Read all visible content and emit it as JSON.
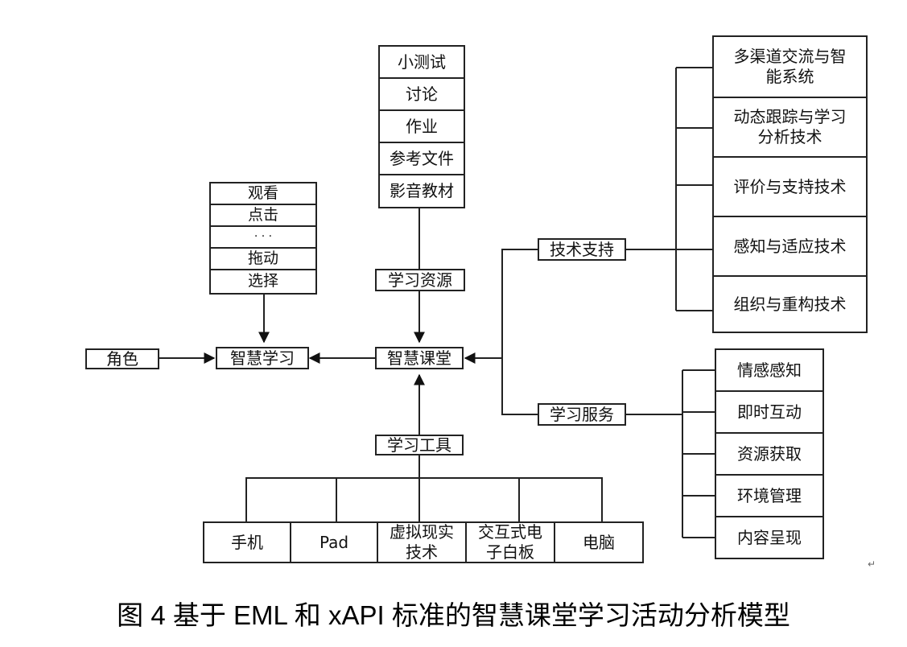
{
  "role": "角色",
  "smart_learning": "智慧学习",
  "smart_classroom": "智慧课堂",
  "actions": [
    "观看",
    "点击",
    "· · ·",
    "拖动",
    "选择"
  ],
  "resources_list": [
    "小测试",
    "讨论",
    "作业",
    "参考文件",
    "影音教材"
  ],
  "learning_resources": "学习资源",
  "tech_support": "技术支持",
  "tech_items": [
    "多渠道交流与智\n能系统",
    "动态跟踪与学习\n分析技术",
    "评价与支持技术",
    "感知与适应技术",
    "组织与重构技术"
  ],
  "learning_service": "学习服务",
  "service_items": [
    "情感感知",
    "即时互动",
    "资源获取",
    "环境管理",
    "内容呈现"
  ],
  "learning_tools": "学习工具",
  "tool_items": [
    "手机",
    "Pad",
    "虚拟现实\n技术",
    "交互式电\n子白板",
    "电脑"
  ],
  "caption": "图 4 基于 EML 和 xAPI 标准的智慧课堂学习活动分析模型",
  "corner_mark": "↵"
}
